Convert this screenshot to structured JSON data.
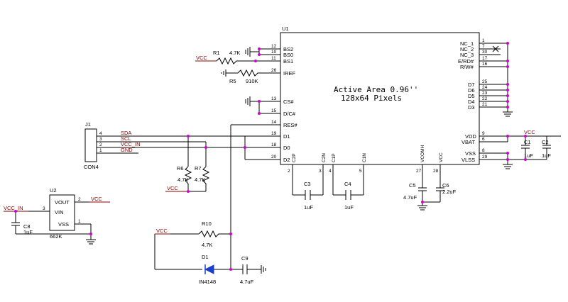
{
  "u1": {
    "ref": "U1",
    "active_area_line1": "Active Area 0.96''",
    "active_area_line2": "128x64 Pixels",
    "left_pins": [
      {
        "num": "12",
        "name": "BS2"
      },
      {
        "num": "10",
        "name": "BS0"
      },
      {
        "num": "11",
        "name": "BS1"
      },
      {
        "num": "26",
        "name": "IREF"
      },
      {
        "num": "13",
        "name": "CS#"
      },
      {
        "num": "15",
        "name": "D/C#"
      },
      {
        "num": "14",
        "name": "RES#"
      },
      {
        "num": "19",
        "name": "D1"
      },
      {
        "num": "18",
        "name": "D0"
      },
      {
        "num": "20",
        "name": "D2"
      }
    ],
    "right_pins_top": [
      {
        "num": "1",
        "name": "NC_1"
      },
      {
        "num": "7",
        "name": "NC_2"
      },
      {
        "num": "30",
        "name": "NC_3"
      },
      {
        "num": "17",
        "name": "E/RD#"
      },
      {
        "num": "16",
        "name": "R/W#"
      }
    ],
    "right_pins_data": [
      {
        "num": "25",
        "name": "D7"
      },
      {
        "num": "24",
        "name": "D6"
      },
      {
        "num": "23",
        "name": "D5"
      },
      {
        "num": "22",
        "name": "D4"
      },
      {
        "num": "21",
        "name": "D3"
      }
    ],
    "right_pins_power": [
      {
        "num": "9",
        "name": "VDD"
      },
      {
        "num": "6",
        "name": "VBAT"
      },
      {
        "num": "8",
        "name": "VSS"
      },
      {
        "num": "29",
        "name": "VLSS"
      }
    ],
    "bottom_pins": [
      {
        "num": "2",
        "name": "C2P"
      },
      {
        "num": "3",
        "name": "C2N"
      },
      {
        "num": "4",
        "name": "C1P"
      },
      {
        "num": "5",
        "name": "C1N"
      },
      {
        "num": "27",
        "name": "VCOMH"
      },
      {
        "num": "28",
        "name": "VCC"
      }
    ]
  },
  "j1": {
    "ref": "J1",
    "part": "CON4",
    "pins": [
      {
        "num": "4",
        "net": "SDA"
      },
      {
        "num": "3",
        "net": "SCL"
      },
      {
        "num": "2",
        "net": "VCC_IN"
      },
      {
        "num": "1",
        "net": "GND"
      }
    ]
  },
  "u2": {
    "ref": "U2",
    "part": "662K",
    "pins": [
      {
        "num": "2",
        "name": "VOUT"
      },
      {
        "num": "3",
        "name": "VIN"
      },
      {
        "num": "1",
        "name": "VSS"
      }
    ]
  },
  "nets": {
    "vcc": "VCC",
    "vcc_in": "VCC_IN"
  },
  "resistors": [
    {
      "ref": "R1",
      "value": "4.7K"
    },
    {
      "ref": "R5",
      "value": "910K"
    },
    {
      "ref": "R6",
      "value": "4.7K"
    },
    {
      "ref": "R7",
      "value": "4.7K"
    },
    {
      "ref": "R10",
      "value": "4.7K"
    }
  ],
  "capacitors": [
    {
      "ref": "C1",
      "value": "1uF"
    },
    {
      "ref": "C2",
      "value": "1uF"
    },
    {
      "ref": "C3",
      "value": "1uF"
    },
    {
      "ref": "C4",
      "value": "1uF"
    },
    {
      "ref": "C5",
      "value": "4.7uF"
    },
    {
      "ref": "C6",
      "value": "2.2uF"
    },
    {
      "ref": "C8",
      "value": "1uF"
    },
    {
      "ref": "C9",
      "value": "4.7uF"
    }
  ],
  "diode": {
    "ref": "D1",
    "part": "IN4148"
  },
  "colors": {
    "wire": "#000000",
    "net_label": "#8b0000",
    "junction": "#d000d0",
    "diode": "#1a3fc9"
  }
}
